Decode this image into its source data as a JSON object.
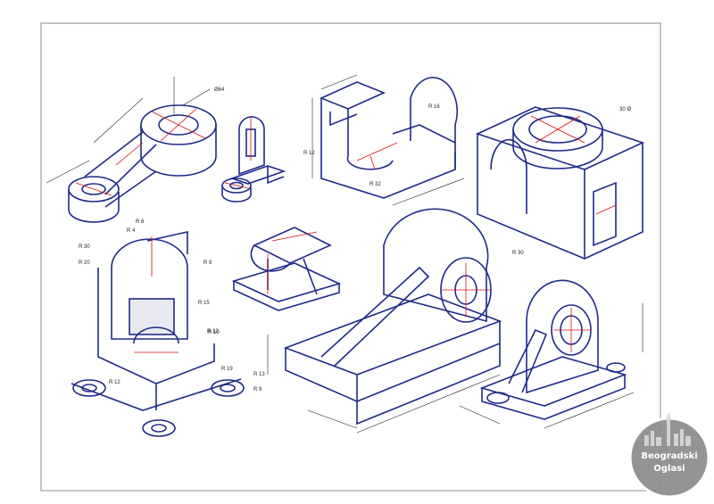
{
  "drawing": {
    "labels": {
      "dia64": "Ø64",
      "r16": "R 16",
      "r12": "R 12",
      "r32": "R 32",
      "dia30": "30 Ø",
      "r6": "R 6",
      "r4": "R 4",
      "r30": "R 30",
      "r20": "R 20",
      "r9": "R 9",
      "r15": "R 15",
      "r10": "R 10",
      "r30b": "R 30",
      "r12b": "R 12",
      "r19": "R 19",
      "r13": "R 13",
      "r9b": "R 9",
      "r12c": "R 12"
    },
    "colors": {
      "outline": "#1f2a8a",
      "centerline": "#d01010",
      "dimension": "#222222"
    }
  },
  "watermark": {
    "line1": "Beogradski",
    "line2": "Oglasi"
  }
}
